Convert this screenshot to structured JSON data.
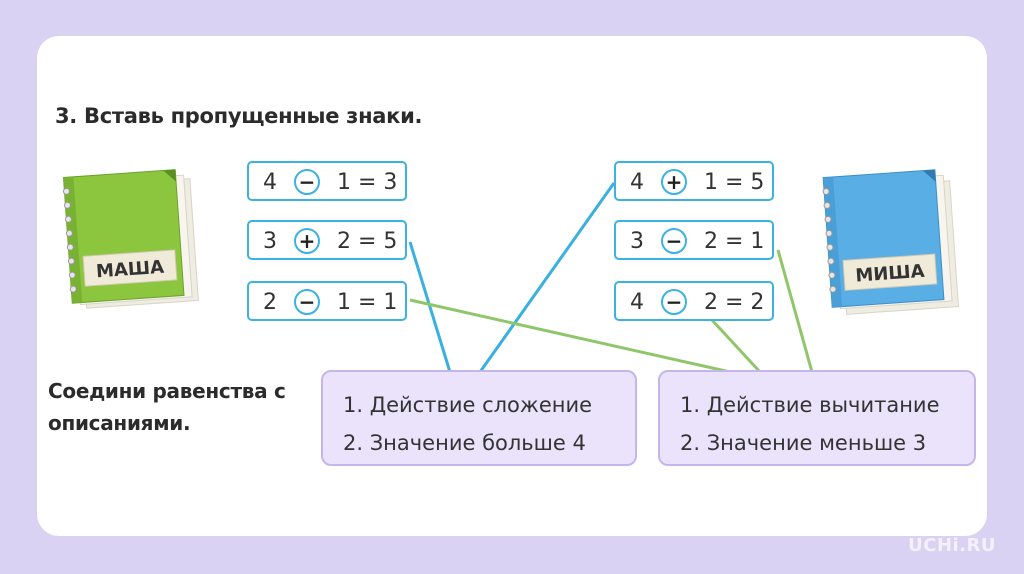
{
  "task": {
    "title": "3. Вставь пропущенные знаки.",
    "instruction": "Соедини равенства с описаниями."
  },
  "notebooks": {
    "left": {
      "label": "МАША",
      "color": "#8cc63f"
    },
    "right": {
      "label": "МИША",
      "color": "#5aaee6"
    }
  },
  "equations_left": [
    {
      "a": "4",
      "sign": "−",
      "rest": "1 = 3"
    },
    {
      "a": "3",
      "sign": "+",
      "rest": "2 = 5"
    },
    {
      "a": "2",
      "sign": "−",
      "rest": "1 = 1"
    }
  ],
  "equations_right": [
    {
      "a": "4",
      "sign": "+",
      "rest": "1 = 5"
    },
    {
      "a": "3",
      "sign": "−",
      "rest": "2 = 1"
    },
    {
      "a": "4",
      "sign": "−",
      "rest": "2 = 2"
    }
  ],
  "descriptions": {
    "addition": {
      "line1": "1. Действие сложение",
      "line2": "2. Значение больше 4"
    },
    "subtraction": {
      "line1": "1. Действие вычитание",
      "line2": "2. Значение меньше 3"
    }
  },
  "colors": {
    "background": "#d9d2f3",
    "box_border": "#3cb1e3",
    "addition_line": "#3ab0e0",
    "subtraction_line": "#8fc66a",
    "description_bg": "#ebe3fb"
  },
  "watermark": "UCHi.RU"
}
